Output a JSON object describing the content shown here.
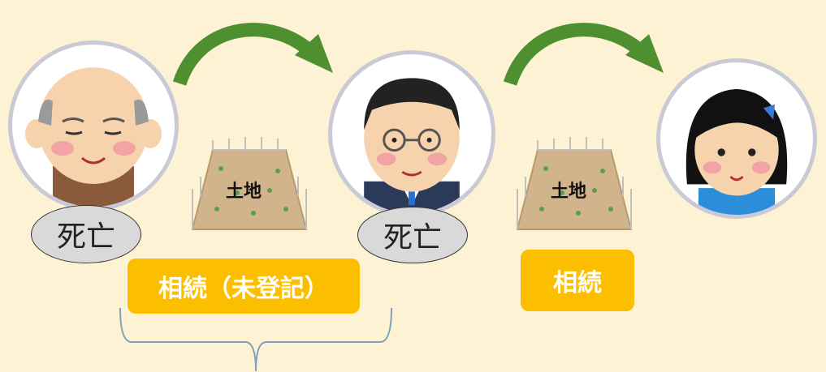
{
  "people": [
    {
      "role": "grandfather"
    },
    {
      "role": "father"
    },
    {
      "role": "daughter"
    }
  ],
  "death_labels": [
    "死亡",
    "死亡"
  ],
  "land_labels": [
    "土地",
    "土地"
  ],
  "inheritance_labels": [
    "相続（未登記）",
    "相続"
  ],
  "colors": {
    "background": "#fdf3d4",
    "label_box": "#fcbf00",
    "arrow": "#4e8f2f",
    "avatar_border": "#c9cad6",
    "bracket": "#7f9fbf"
  }
}
